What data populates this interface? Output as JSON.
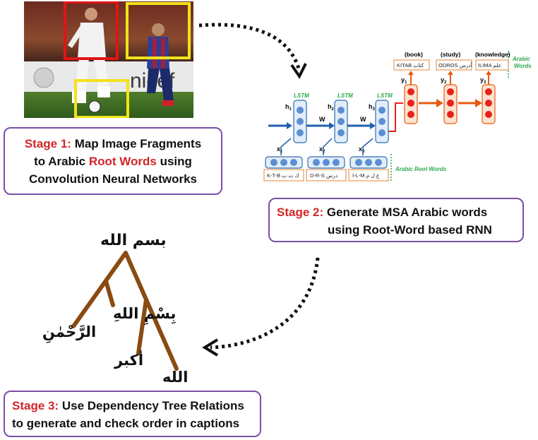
{
  "stage1": {
    "label": "Stage 1:",
    "line1": "Map Image Fragments",
    "line2_prefix": "to Arabic ",
    "line2_highlight": "Root Words",
    "line2_suffix": " using",
    "line3": "Convolution Neural Networks"
  },
  "stage2": {
    "label": "Stage 2:",
    "line1": "Generate MSA Arabic words",
    "line2": "using Root-Word based RNN"
  },
  "stage3": {
    "label": "Stage 3:",
    "line1": "Use Dependency Tree Relations",
    "line2": "to generate and check order in captions"
  },
  "photo": {
    "sign_text": "nicef"
  },
  "rnn": {
    "lstm_label": "LSTM",
    "hidden": [
      "h1",
      "h2",
      "h3"
    ],
    "w_label": "W",
    "inputs": [
      "x1",
      "x2",
      "x3"
    ],
    "root_words": [
      "K-T-B ك ت ب",
      "D-R-S درس",
      "I-L-M ع ل م"
    ],
    "root_words_label": "Arabic Root Words",
    "outputs": [
      "y1",
      "y2",
      "y3"
    ],
    "meanings": [
      "(book)",
      "(study)",
      "(knowledge)"
    ],
    "arabic_words": [
      "KITAB كتاب",
      "ODROS أدرس",
      "ILIMA علم"
    ],
    "arabic_words_label": "Arabic Words",
    "colors": {
      "lstm_node": "#5b8fd4",
      "out_node": "#e8221b",
      "out_fill": "#fde3cf",
      "arrow_out": "#e85a10",
      "accent_green": "#2aa84a",
      "input_arrow": "#1f5fae"
    }
  },
  "tree": {
    "root": "بسم الله",
    "n1": "بِسْمِ اللهِ",
    "n2": "الرَّحْمٰنِ",
    "n3": "أكبر",
    "n4": "الله",
    "branch_color": "#8a4b12"
  }
}
